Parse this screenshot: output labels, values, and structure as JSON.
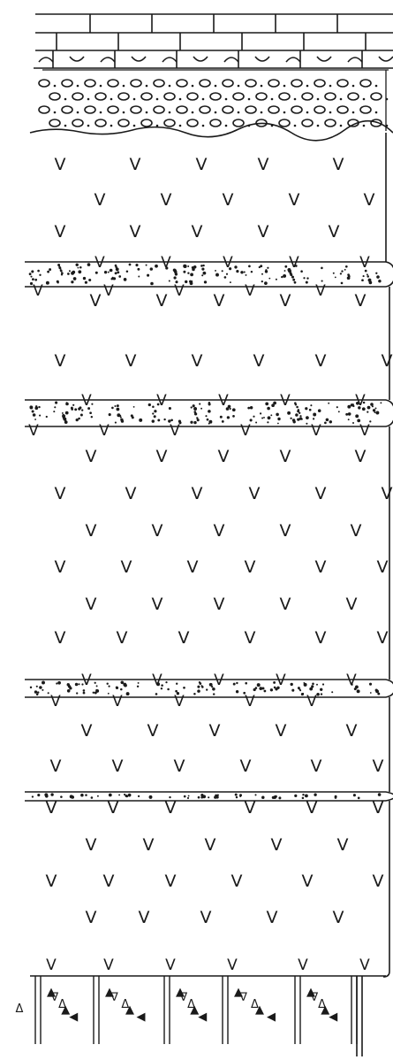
{
  "figure": {
    "kind": "stratigraphic-column",
    "ink_color": "#1a1a1a",
    "paper_color": "#ffffff"
  },
  "layers": [
    {
      "lithology": "limestone",
      "pattern": "brick"
    },
    {
      "lithology": "marl",
      "pattern": "arc-dash"
    },
    {
      "lithology": "conglomerate",
      "pattern": "ovals"
    },
    {
      "lithology": "volcanic",
      "pattern": "v"
    },
    {
      "lithology": "sandstone",
      "pattern": "dots"
    },
    {
      "lithology": "volcanic",
      "pattern": "v"
    },
    {
      "lithology": "sandstone",
      "pattern": "dots"
    },
    {
      "lithology": "volcanic",
      "pattern": "v"
    },
    {
      "lithology": "sandstone",
      "pattern": "dots"
    },
    {
      "lithology": "volcanic",
      "pattern": "v"
    },
    {
      "lithology": "sandstone",
      "pattern": "dots"
    },
    {
      "lithology": "volcanic",
      "pattern": "v"
    },
    {
      "lithology": "volcanic-breccia",
      "pattern": "triangles"
    }
  ],
  "symbols": {
    "volcanic": "V",
    "breccia_a": "Δ",
    "breccia_b": "▲",
    "breccia_c": "◀",
    "breccia_d": "∇"
  }
}
